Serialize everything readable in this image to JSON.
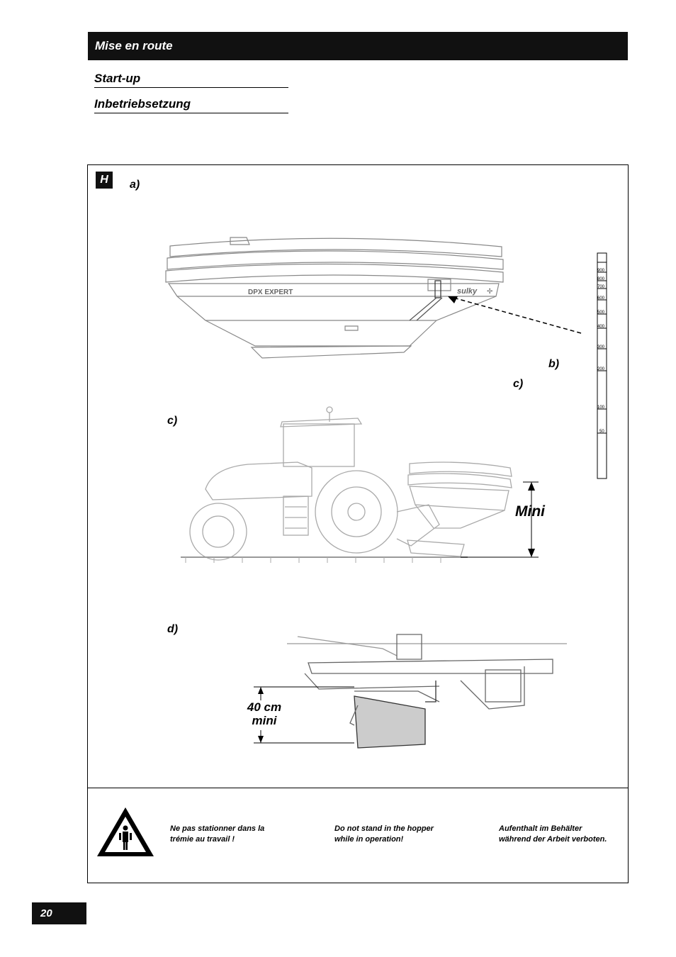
{
  "header": {
    "title": "Mise en route"
  },
  "subtitles": {
    "en": "Start-up",
    "de": "Inbetriebsetzung"
  },
  "figure": {
    "section_letter": "H",
    "labels": {
      "a": "a)",
      "b": "b)",
      "c_top": "c)",
      "c": "c)",
      "d": "d)"
    },
    "hopper_brand": "DPX EXPERT",
    "hopper_logo": "sulky",
    "scale_ticks": [
      "900",
      "800",
      "700",
      "600",
      "500",
      "400",
      "300",
      "200",
      "100",
      "50"
    ],
    "mini_label": "Mini",
    "height_label_line1": "40 cm",
    "height_label_line2": "mini"
  },
  "warning": {
    "icon": "warning-triangle-person-icon",
    "fr": [
      "Ne pas stationner dans la",
      "trémie au travail !"
    ],
    "en": [
      "Do not stand in the hopper",
      "while in operation!"
    ],
    "de": [
      "Aufenthalt im Behälter",
      "während der Arbeit verboten."
    ]
  },
  "page_number": "20"
}
